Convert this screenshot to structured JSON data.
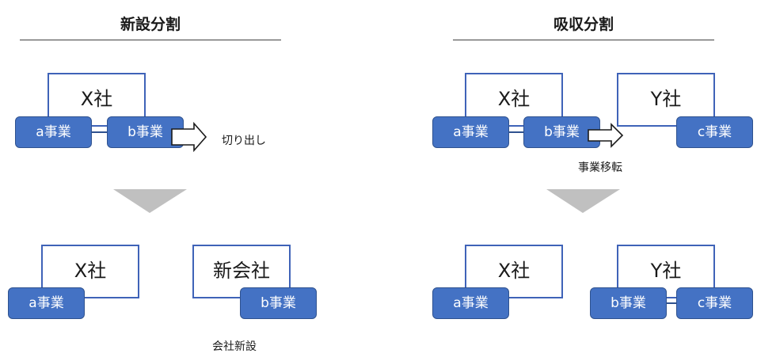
{
  "left": {
    "title": "新設分割",
    "before": {
      "company": "X社",
      "businesses": [
        "a事業",
        "b事業"
      ],
      "action": "切り出し"
    },
    "after": {
      "company_x": "X社",
      "business_x": "a事業",
      "new_company": "新会社",
      "business_new": "b事業",
      "caption": "会社新設"
    }
  },
  "right": {
    "title": "吸収分割",
    "before": {
      "company_x": "X社",
      "businesses_x": [
        "a事業",
        "b事業"
      ],
      "company_y": "Y社",
      "business_y": "c事業",
      "action": "事業移転"
    },
    "after": {
      "company_x": "X社",
      "business_x": "a事業",
      "company_y": "Y社",
      "businesses_y": [
        "b事業",
        "c事業"
      ]
    }
  },
  "colors": {
    "business_fill": "#4472c4",
    "company_border": "#3f63b8",
    "transition_arrow": "#c0c0c0"
  }
}
